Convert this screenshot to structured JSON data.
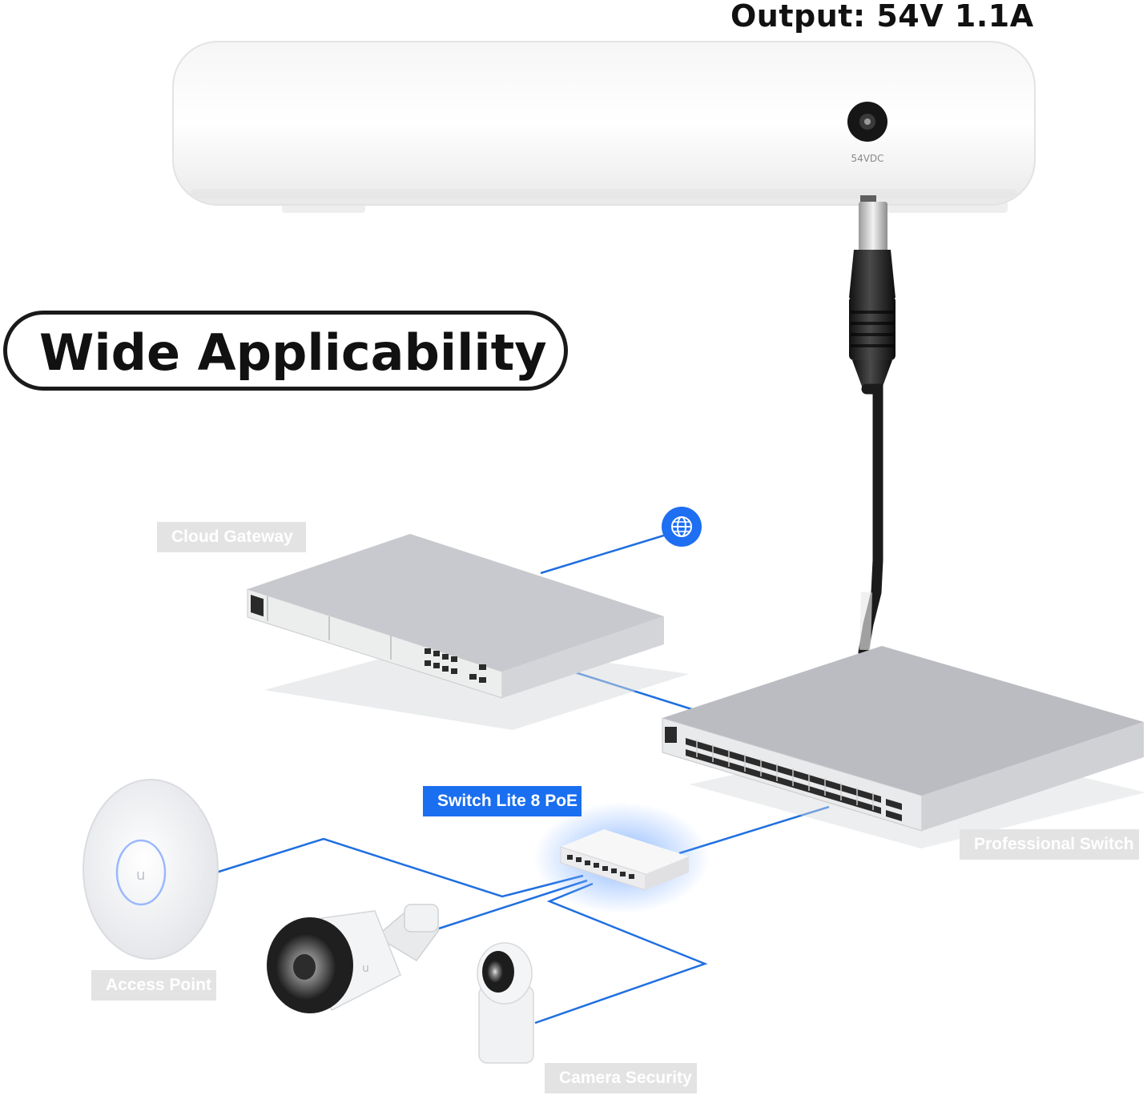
{
  "header": {
    "output_spec": "Output: 54V 1.1A"
  },
  "adapter": {
    "port_label": "54VDC"
  },
  "headline": {
    "text": "Wide Applicability"
  },
  "devices": {
    "cloud_gateway": "Cloud Gateway",
    "switch_lite": "Switch Lite 8 PoE",
    "professional_switch": "Professional Switch",
    "access_point": "Access Point",
    "camera_security": "Camera Security"
  },
  "icons": {
    "internet": "globe-icon",
    "ubiquiti_logo": "u-logo-icon"
  },
  "colors": {
    "link_line": "#1f6fe0",
    "badge_blue": "#1a6ef0",
    "label_gray": "#e3e3e3",
    "device_silver": "#c9cbd0",
    "cable_black": "#1b1b1b"
  }
}
